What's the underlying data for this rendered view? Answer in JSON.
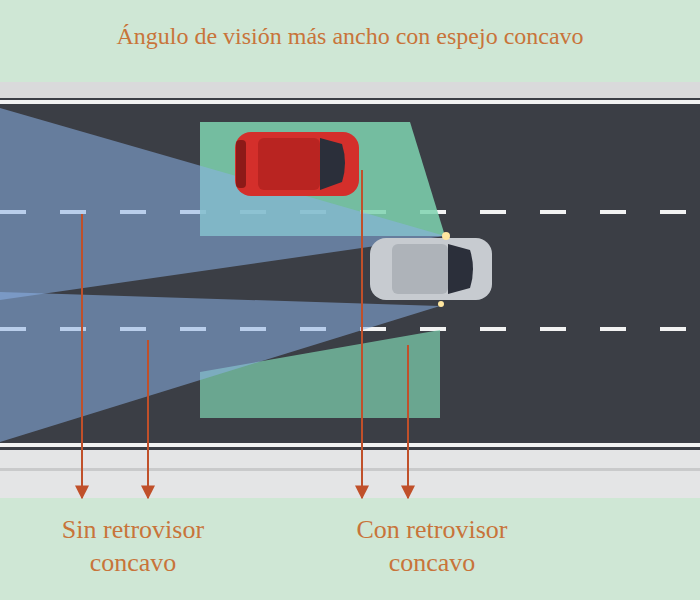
{
  "diagram": {
    "title": "Ángulo de visión más ancho con espejo concavo",
    "labels": [
      "Sin retrovisor concavo",
      "Con retrovisor concavo"
    ]
  }
}
